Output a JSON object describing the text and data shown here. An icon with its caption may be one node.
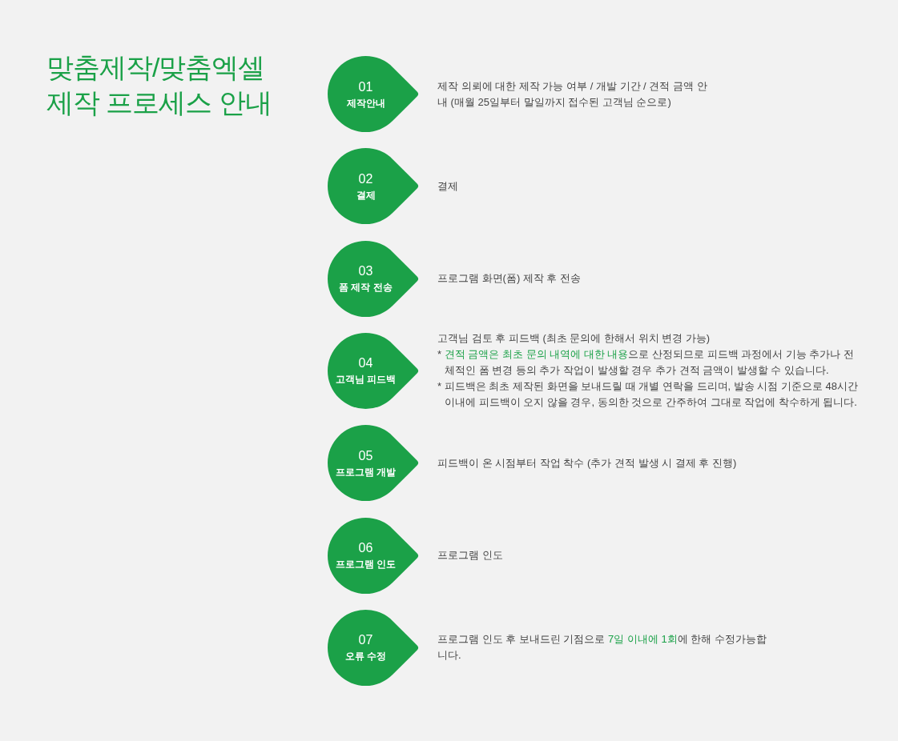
{
  "diagram": {
    "title": "맞춤제작/맞춤엑셀 제작 프로세스 안내",
    "nodes": [
      {
        "text": [
          "01",
          "제작안내"
        ],
        "beside": [
          "제작 의뢰에 대한 제작 가능 여부 / 개발 기간 / 견적 금액 안내 (매월 25일부터 말일까지 접수된 고객님 순으로)"
        ]
      },
      {
        "text": [
          "02",
          "결제"
        ],
        "beside": [
          "결제"
        ]
      },
      {
        "text": [
          "03",
          "폼 제작 전송"
        ],
        "beside": [
          "프로그램 화면(폼) 제작 후 전송"
        ]
      },
      {
        "text": [
          "04",
          "고객님 피드백"
        ],
        "beside": [
          "고객님 검토 후 피드백 (최초 문의에 한해서 위치 변경 가능)",
          "* **견적 금액은 최초 문의 내역에 대한 내용**으로 산정되므로 피드백 과정에서 기능 추가나 전체적인 폼 변경 등의 추가 작업이 발생할 경우 추가 견적 금액이 발생할 수 있습니다.",
          "* 피드백은 최초 제작된 화면을 보내드릴 때 개별 연락을 드리며, 발송 시점 기준으로 48시간 이내에 피드백이 오지 않을 경우, 동의한 것으로 간주하여 그대로 작업에 착수하게 됩니다."
        ]
      },
      {
        "text": [
          "05",
          "프로그램 개발"
        ],
        "beside": [
          "피드백이 온 시점부터 작업 착수 (추가 견적 발생 시 결제 후 진행)"
        ]
      },
      {
        "text": [
          "06",
          "프로그램 인도"
        ],
        "beside": [
          "프로그램 인도"
        ]
      },
      {
        "text": [
          "07",
          "오류 수정"
        ],
        "beside": [
          "프로그램 인도 후 보내드린 기점으로 **7일 이내에 1회**에 한해 수정가능합니다."
        ]
      }
    ]
  }
}
